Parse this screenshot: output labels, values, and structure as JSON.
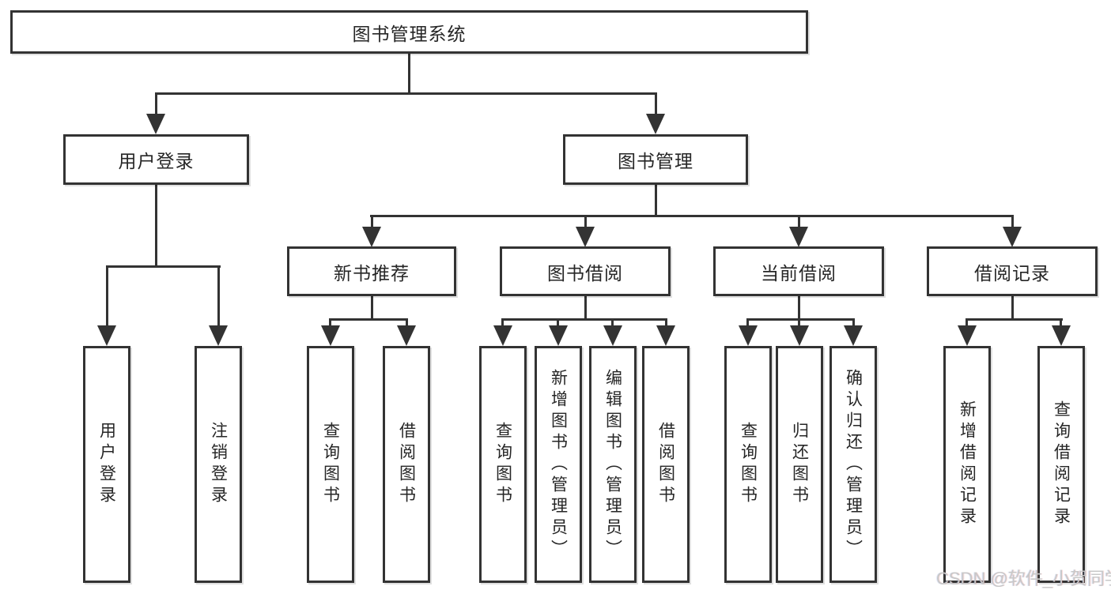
{
  "diagram": {
    "type": "hierarchy-tree",
    "title": "图书管理系统",
    "tree": {
      "label": "图书管理系统",
      "children": [
        {
          "label": "用户登录",
          "children": [
            {
              "label": "用户登录"
            },
            {
              "label": "注销登录"
            }
          ]
        },
        {
          "label": "图书管理",
          "children": [
            {
              "label": "新书推荐",
              "children": [
                {
                  "label": "查询图书"
                },
                {
                  "label": "借阅图书"
                }
              ]
            },
            {
              "label": "图书借阅",
              "children": [
                {
                  "label": "查询图书"
                },
                {
                  "label": "新增图书（管理员）"
                },
                {
                  "label": "编辑图书（管理员）"
                },
                {
                  "label": "借阅图书"
                }
              ]
            },
            {
              "label": "当前借阅",
              "children": [
                {
                  "label": "查询图书"
                },
                {
                  "label": "归还图书"
                },
                {
                  "label": "确认归还（管理员）"
                }
              ]
            },
            {
              "label": "借阅记录",
              "children": [
                {
                  "label": "新增借阅记录"
                },
                {
                  "label": "查询借阅记录"
                }
              ]
            }
          ]
        }
      ]
    },
    "colors": {
      "line": "#333333",
      "box_border": "#333333",
      "box_background": "#ffffff",
      "text": "#262626",
      "page_background": "#ffffff",
      "watermark_text": "#c8c8c8"
    }
  },
  "watermark": {
    "text": "CSDN @软件_小贺同学"
  }
}
